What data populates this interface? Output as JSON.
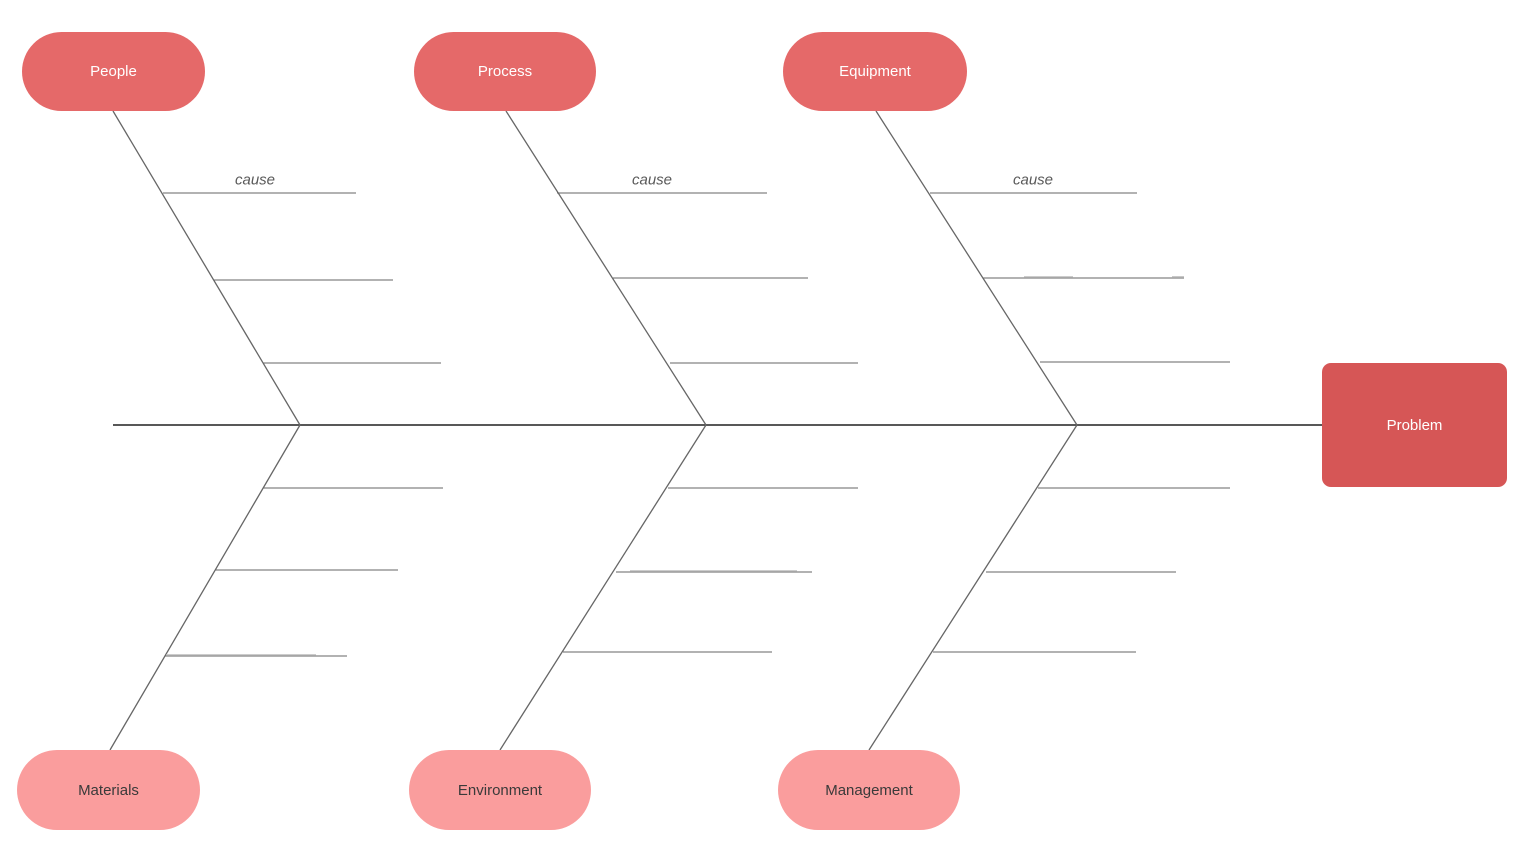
{
  "diagram": {
    "type": "fishbone",
    "problem_label": "Problem",
    "cause_placeholder": "cause",
    "top_categories": [
      {
        "label": "People"
      },
      {
        "label": "Process"
      },
      {
        "label": "Equipment"
      }
    ],
    "bottom_categories": [
      {
        "label": "Materials"
      },
      {
        "label": "Environment"
      },
      {
        "label": "Management"
      }
    ],
    "bones_per_branch": 3,
    "colors": {
      "top_category_fill": "#E56969",
      "bottom_category_fill": "#FA9D9D",
      "problem_fill": "#D65656",
      "top_category_text": "#FFFFFF",
      "bottom_category_text": "#3A3A3A",
      "bone_line": "#666666",
      "spine_line": "#585858",
      "cause_text": "#595959",
      "background": "#FFFFFF"
    }
  }
}
